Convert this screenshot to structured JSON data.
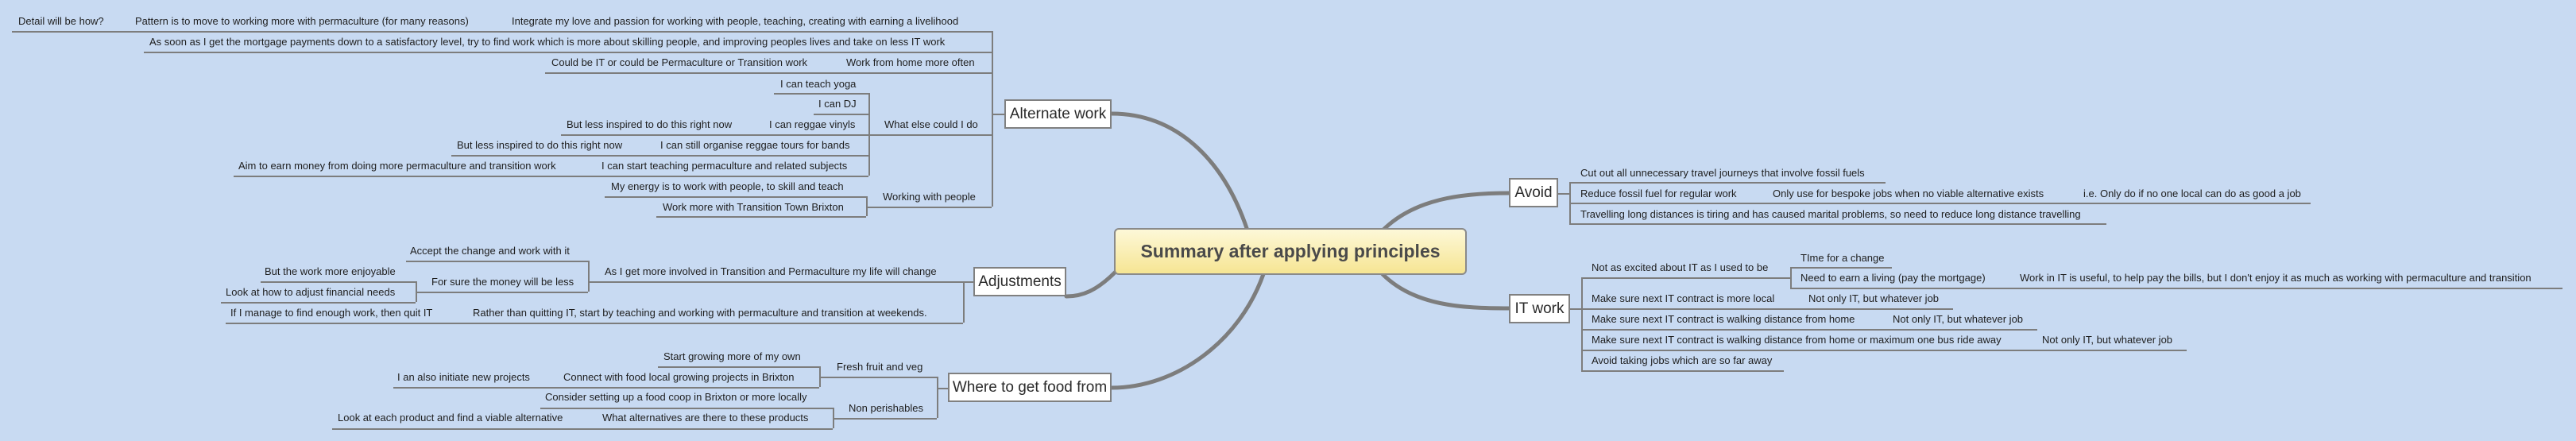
{
  "title": "Summary after applying principles",
  "branches": {
    "alternate_work": {
      "label": "Alternate work",
      "children": [
        {
          "label": "Integrate my love and passion for working with people, teaching, creating with earning a livelihood",
          "children": [
            {
              "label": "Pattern is to move to working more with permaculture (for many reasons)",
              "children": [
                {
                  "label": "Detail will be how?"
                }
              ]
            }
          ]
        },
        {
          "label": "As soon as I get the mortgage payments down to a satisfactory level, try to find work which is more about skilling people, and improving peoples lives and take on less IT work"
        },
        {
          "label": "Work from home more often",
          "children": [
            {
              "label": "Could be IT or could be Permaculture or Transition work"
            }
          ]
        },
        {
          "label": "What else could I do",
          "children": [
            {
              "label": "I can teach yoga"
            },
            {
              "label": "I can DJ"
            },
            {
              "label": "I can reggae vinyls",
              "children": [
                {
                  "label": "But less inspired to do this right now"
                }
              ]
            },
            {
              "label": "I can still organise reggae tours for bands",
              "children": [
                {
                  "label": "But less inspired to do this right now"
                }
              ]
            },
            {
              "label": "I can start teaching permaculture and related subjects",
              "children": [
                {
                  "label": "Aim to earn money from doing more permaculture and transition work"
                }
              ]
            }
          ]
        },
        {
          "label": "Working with people",
          "children": [
            {
              "label": "My energy is to work with people, to skill and teach"
            },
            {
              "label": "Work more with Transition Town Brixton"
            }
          ]
        }
      ]
    },
    "adjustments": {
      "label": "Adjustments",
      "children": [
        {
          "label": "As I get more involved in Transition and Permaculture my life will change",
          "children": [
            {
              "label": "Accept the change and work with it"
            },
            {
              "label": "For sure the money will be less",
              "children": [
                {
                  "label": "But the work more enjoyable"
                },
                {
                  "label": "Look at how to adjust financial needs"
                }
              ]
            }
          ]
        },
        {
          "label": "Rather than quitting IT, start by teaching and working with permaculture and transition at weekends.",
          "children": [
            {
              "label": "If I manage to find enough work, then quit IT"
            }
          ]
        }
      ]
    },
    "food": {
      "label": "Where to get food from",
      "children": [
        {
          "label": "Fresh fruit and veg",
          "children": [
            {
              "label": "Start growing more of my own"
            },
            {
              "label": "Connect with food local growing projects in Brixton",
              "children": [
                {
                  "label": "I an also initiate new projects"
                }
              ]
            }
          ]
        },
        {
          "label": "Non perishables",
          "children": [
            {
              "label": "Consider setting up a food coop in Brixton or more locally"
            },
            {
              "label": "What alternatives are there to these products",
              "children": [
                {
                  "label": "Look at each product and find a viable alternative"
                }
              ]
            }
          ]
        }
      ]
    },
    "avoid": {
      "label": "Avoid",
      "children": [
        {
          "label": "Cut out all unnecessary travel journeys that involve fossil fuels"
        },
        {
          "label": "Reduce fossil fuel for regular work",
          "children": [
            {
              "label": "Only use for bespoke jobs when no viable alternative exists",
              "children": [
                {
                  "label": "i.e. Only do if no one local can do as good a job"
                }
              ]
            }
          ]
        },
        {
          "label": "Travelling long distances is tiring and has caused marital problems, so need to reduce long distance travelling"
        }
      ]
    },
    "it_work": {
      "label": "IT work",
      "children": [
        {
          "label": "Not as excited about IT as I used to be",
          "children": [
            {
              "label": "TIme for a change"
            },
            {
              "label": "Need to earn a living (pay the mortgage)",
              "children": [
                {
                  "label": "Work in IT is useful, to help pay the bills, but I don't enjoy it as much as working with permaculture and transition"
                }
              ]
            }
          ]
        },
        {
          "label": "Make sure next IT contract is more local",
          "children": [
            {
              "label": "Not only IT, but whatever job"
            }
          ]
        },
        {
          "label": "Make sure next IT contract is walking distance from home",
          "children": [
            {
              "label": "Not only IT, but whatever job"
            }
          ]
        },
        {
          "label": "Make sure next IT contract is walking distance from home or maximum one bus ride away",
          "children": [
            {
              "label": "Not only IT, but whatever job"
            }
          ]
        },
        {
          "label": "Avoid taking jobs which are so far away"
        }
      ]
    }
  }
}
